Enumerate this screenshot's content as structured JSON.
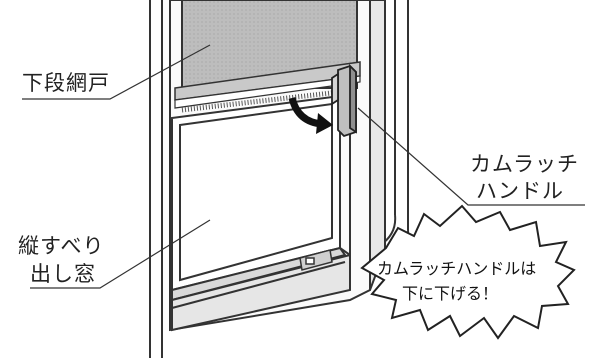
{
  "labels": {
    "lower_screen": "下段網戸",
    "cam_handle_line1": "カムラッチ",
    "cam_handle_line2": "ハンドル",
    "window_line1": "縦すべり",
    "window_line2": "出し窓"
  },
  "callout": {
    "line1": "カムラッチハンドルは",
    "line2": "下に下げる！"
  }
}
